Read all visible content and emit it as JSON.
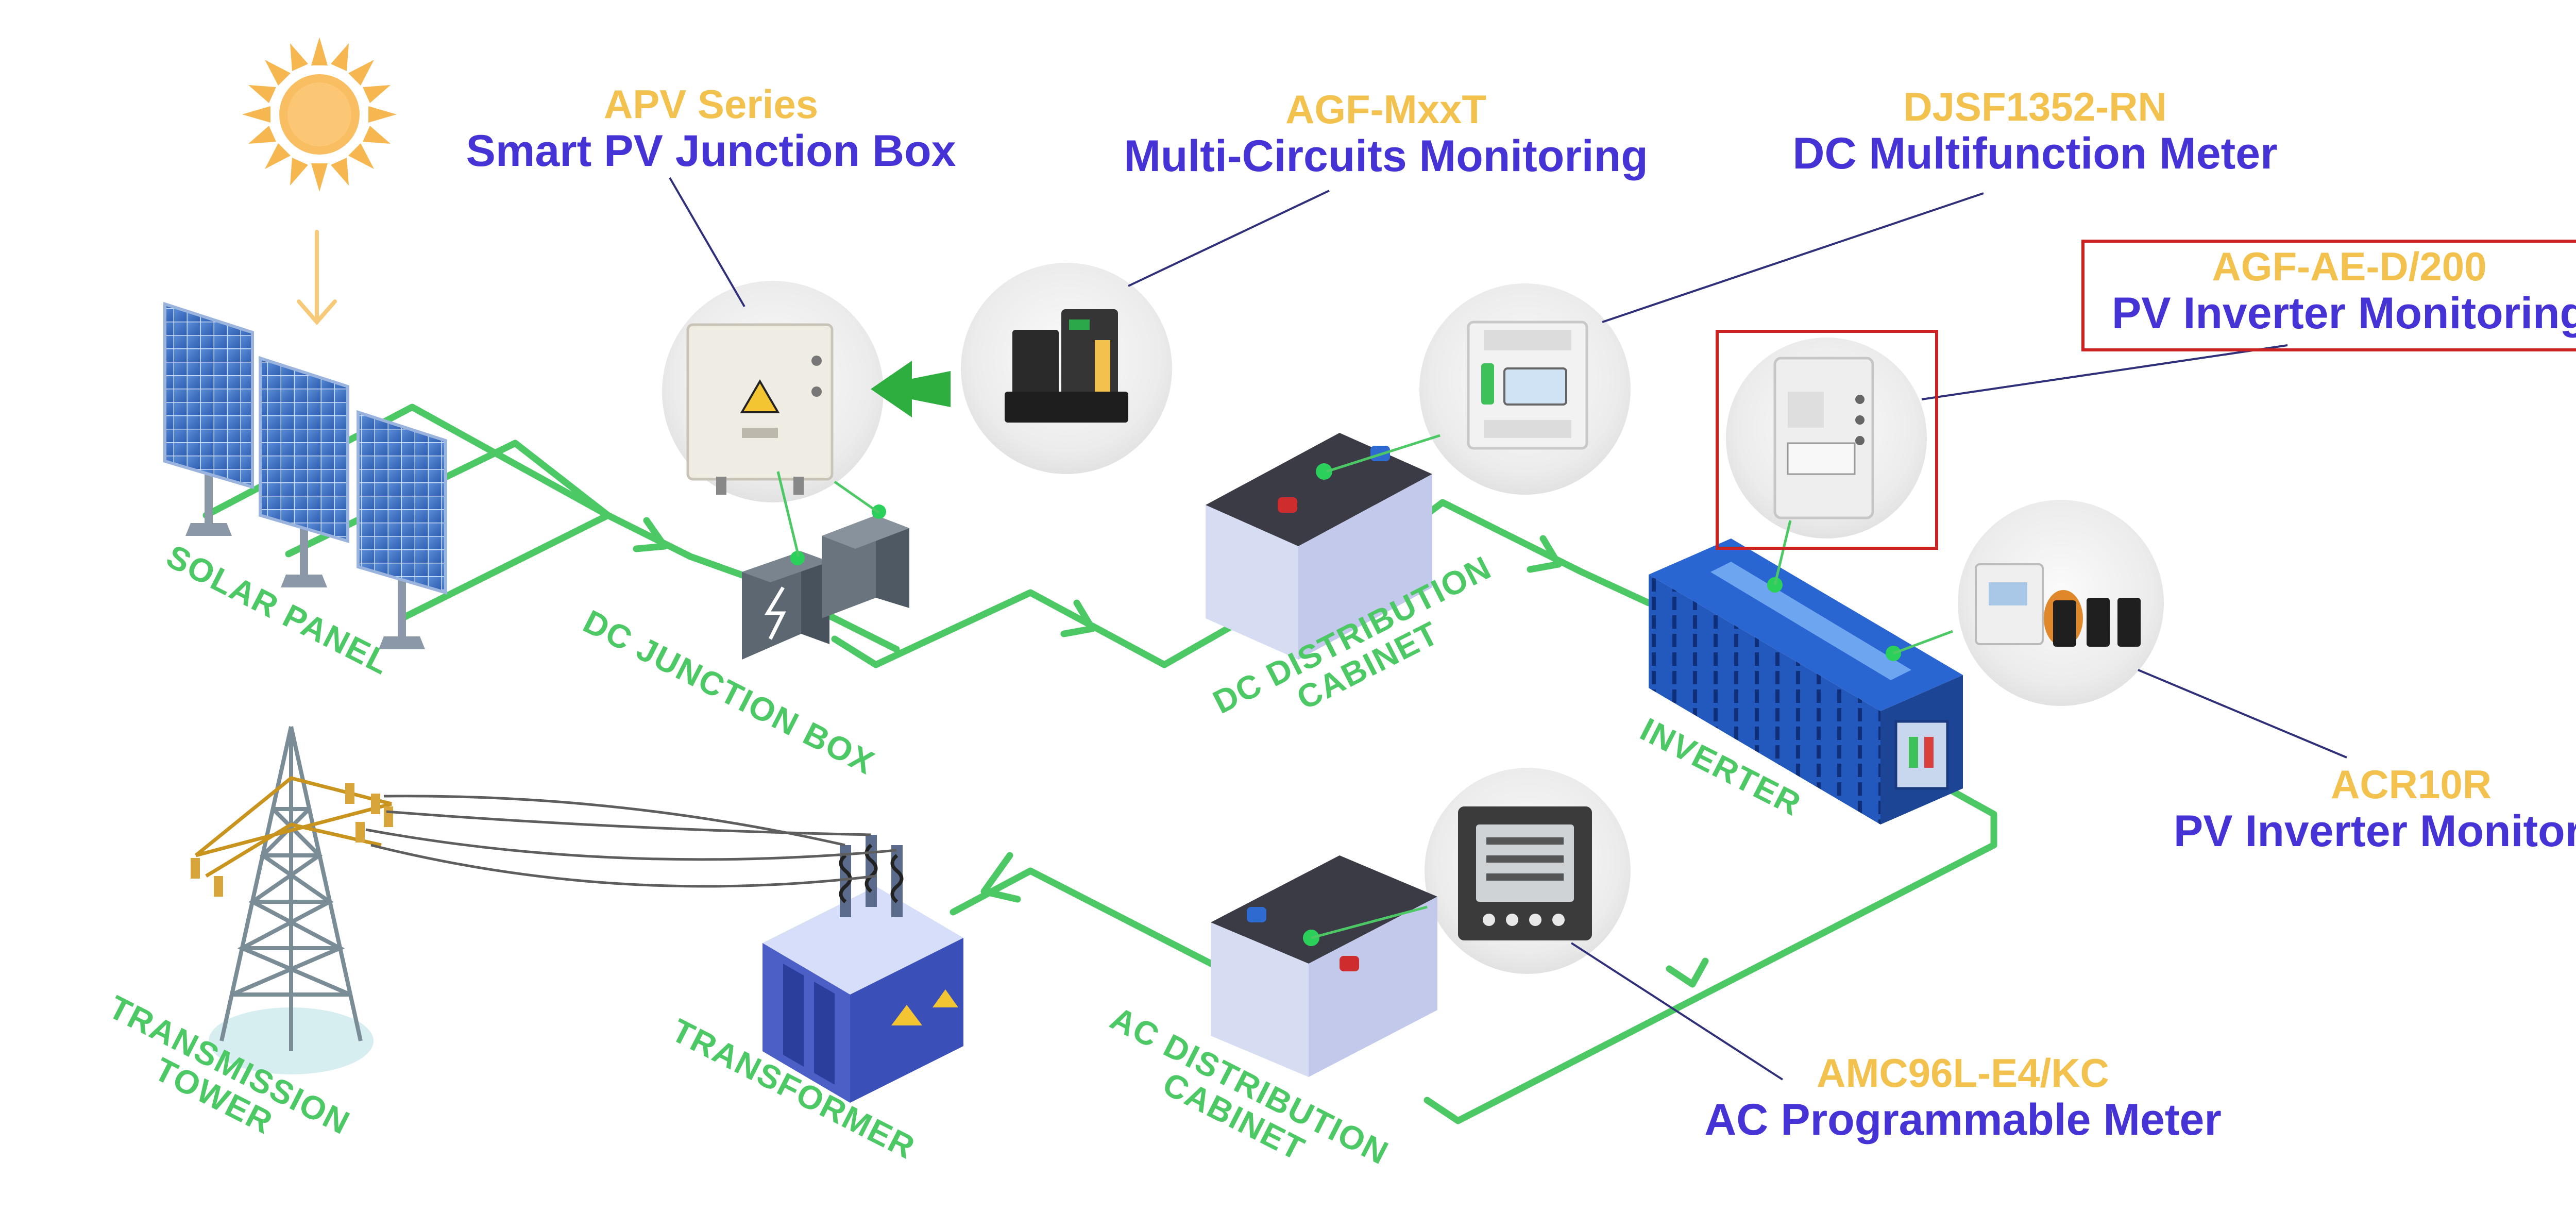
{
  "colors": {
    "flow_line": "#4cc865",
    "model_text": "#f2c14e",
    "desc_text": "#4633d6",
    "highlight": "#cc2222",
    "leader_line": "#2f2f7a"
  },
  "devices": [
    {
      "id": "apv",
      "model": "APV Series",
      "desc": "Smart PV Junction Box"
    },
    {
      "id": "agf_mxxt",
      "model": "AGF-MxxT",
      "desc": "Multi-Circuits Monitoring"
    },
    {
      "id": "djsf",
      "model": "DJSF1352-RN",
      "desc": "DC Multifunction Meter"
    },
    {
      "id": "agf_ae",
      "model": "AGF-AE-D/200",
      "desc": "PV Inverter Monitoring",
      "highlighted": true
    },
    {
      "id": "acr10r",
      "model": "ACR10R",
      "desc": "PV Inverter Monitoring"
    },
    {
      "id": "amc96l",
      "model": "AMC96L-E4/KC",
      "desc": "AC Programmable Meter"
    }
  ],
  "nodes": {
    "solar_panel": "SOLAR PANEL",
    "dc_junction_box": "DC JUNCTION BOX",
    "dc_distribution_line1": "DC DISTRIBUTION",
    "dc_distribution_line2": "CABINET",
    "inverter": "INVERTER",
    "ac_distribution_line1": "AC DISTRIBUTION",
    "ac_distribution_line2": "CABINET",
    "transformer": "TRANSFORMER",
    "tower_line1": "TRANSMISSION",
    "tower_line2": "TOWER"
  },
  "icons": [
    "sun-icon",
    "arrow-down-icon",
    "arrow-left-icon",
    "solar-panel-icon",
    "junction-box-icon",
    "battery-icon",
    "inverter-icon",
    "transformer-icon",
    "transmission-tower-icon",
    "meter-icon"
  ]
}
